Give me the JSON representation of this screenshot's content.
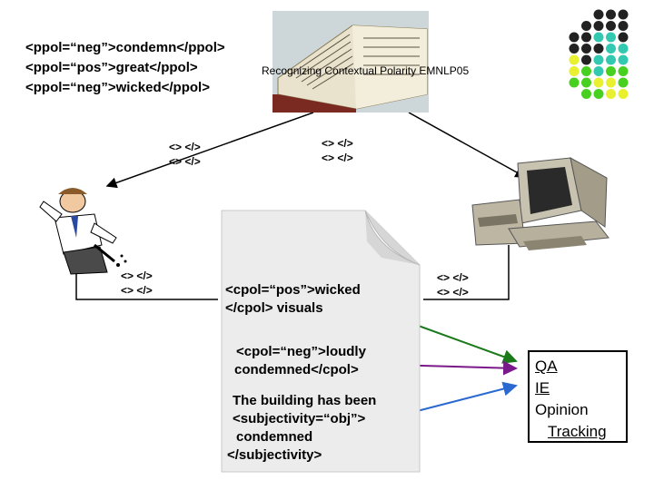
{
  "lexicon": [
    "<ppol=“neg”>condemn</ppol>",
    "<ppol=“pos”>great</ppol>",
    "<ppol=“neg”>wicked</ppol>"
  ],
  "caption": "Recognizing Contextual Polarity EMNLP05",
  "tag_pair": [
    "<> </>",
    "<> </>"
  ],
  "document": {
    "line1": "<cpol=“pos”>wicked",
    "line2": "</cpol> visuals",
    "line3": "<cpol=“neg”>loudly",
    "line4": "condemned</cpol>",
    "line5": "The building has been",
    "line6": "<subjectivity=“obj”>",
    "line7": "condemned",
    "line8": "</subjectivity>"
  },
  "applications": [
    "QA",
    "IE",
    "Opinion",
    "Tracking"
  ],
  "colors": {
    "green_arrow": "#1a7a1a",
    "purple_arrow": "#7a1a8a",
    "blue_arrow": "#2a6ad0",
    "dot_dark": "#222222",
    "dot_teal": "#33c8b0",
    "dot_yellow": "#e8f030",
    "dot_green": "#48d020"
  },
  "icons": [
    "book-icon",
    "person-writing-icon",
    "computer-icon",
    "document-icon",
    "dot-grid-icon"
  ]
}
